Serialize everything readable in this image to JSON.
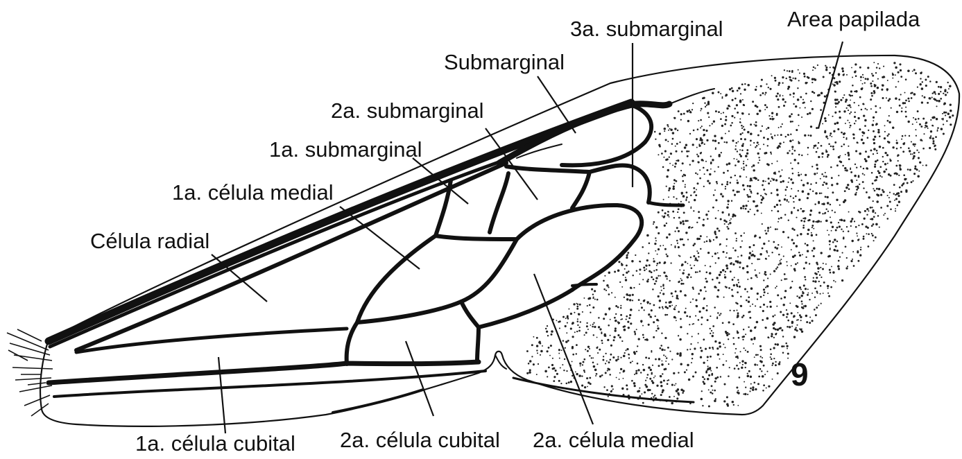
{
  "figure_number": "9",
  "labels": {
    "area_papilada": "Area papilada",
    "submarginal_3": "3a. submarginal",
    "submarginal": "Submarginal",
    "submarginal_2": "2a. submarginal",
    "submarginal_1": "1a. submarginal",
    "celula_medial_1": "1a. célula medial",
    "celula_radial": "Célula radial",
    "celula_cubital_1": "1a. célula cubital",
    "celula_cubital_2": "2a. célula cubital",
    "celula_medial_2": "2a. célula medial"
  }
}
